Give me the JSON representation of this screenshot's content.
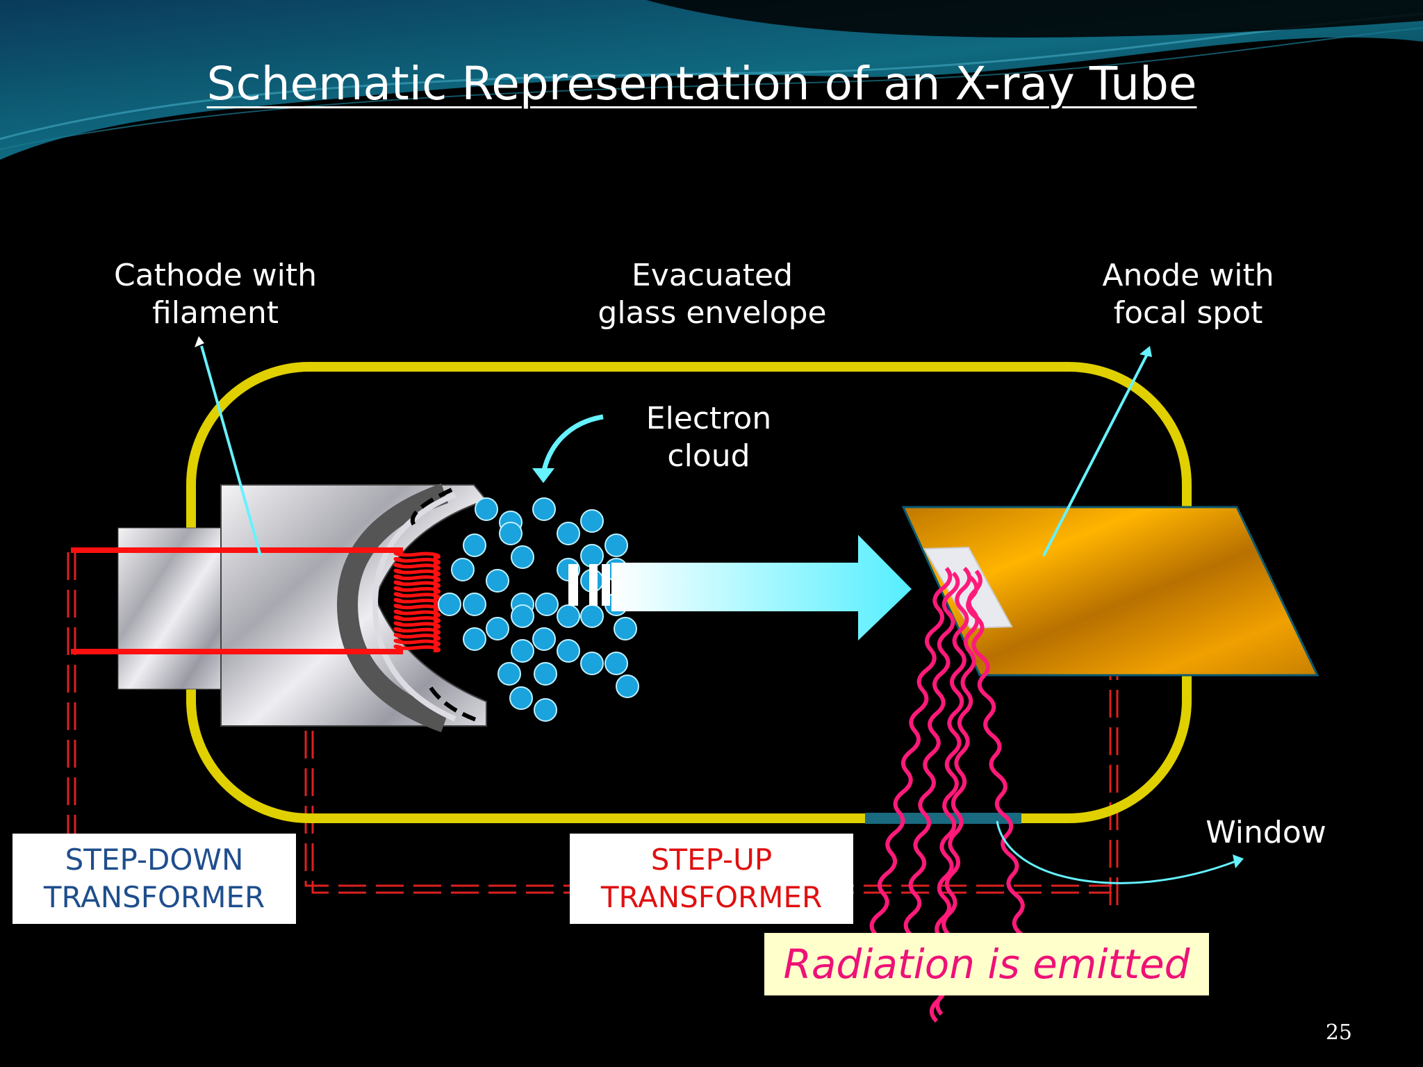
{
  "title": "Schematic Representation of an X-ray Tube",
  "labels": {
    "cathode_line1": "Cathode with",
    "cathode_line2": "filament",
    "envelope_line1": "Evacuated",
    "envelope_line2": "glass envelope",
    "anode_line1": "Anode with",
    "anode_line2": "focal spot",
    "cloud_line1": "Electron",
    "cloud_line2": "cloud",
    "window": "Window"
  },
  "boxes": {
    "stepdown_line1": "STEP-DOWN",
    "stepdown_line2": "TRANSFORMER",
    "stepup_line1": "STEP-UP",
    "stepup_line2": "TRANSFORMER",
    "radiation": "Radiation is emitted"
  },
  "page_number": "25",
  "colors": {
    "envelope": "#e0d000",
    "filament": "#ff1010",
    "electron": "#1aa3dd",
    "beam": "#66f2ff",
    "anode": "#e8a000",
    "radiation": "#ff1a7a",
    "pointer": "#66f2ff",
    "circuit": "#dd2020",
    "window": "#1a6a80"
  }
}
